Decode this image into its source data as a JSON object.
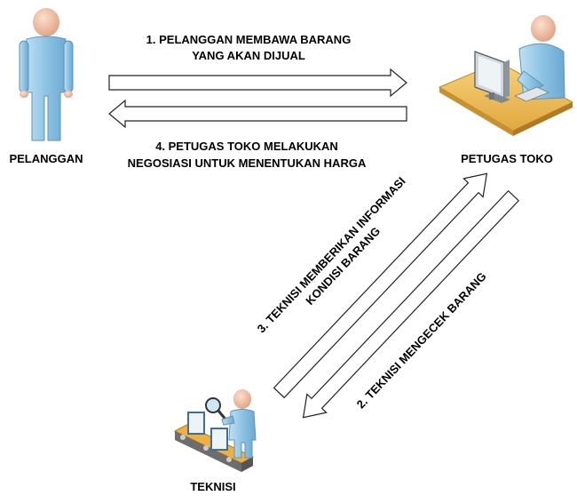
{
  "actors": {
    "pelanggan": {
      "label": "PELANGGAN",
      "icon": "person-icon"
    },
    "petugas_toko": {
      "label": "PETUGAS TOKO",
      "icon": "clerk-at-computer-icon"
    },
    "teknisi": {
      "label": "TEKNISI",
      "icon": "technician-inspection-icon"
    }
  },
  "flows": {
    "step1": {
      "line1": "1. PELANGGAN MEMBAWA BARANG",
      "line2": "YANG AKAN DIJUAL"
    },
    "step2": {
      "text": "2. TEKNISI MENGECEK BARANG"
    },
    "step3": {
      "line1": "3. TEKNISI MEMBERIKAN INFORMASI",
      "line2": "KONDISI BARANG"
    },
    "step4": {
      "line1": "4. PETUGAS TOKO MELAKUKAN",
      "line2": "NEGOSIASI UNTUK MENENTUKAN HARGA"
    }
  },
  "colors": {
    "person_blue": "#9ecbe6",
    "skin": "#f2c4a6",
    "desk": "#f0c060",
    "arrow_stroke": "#222222"
  }
}
